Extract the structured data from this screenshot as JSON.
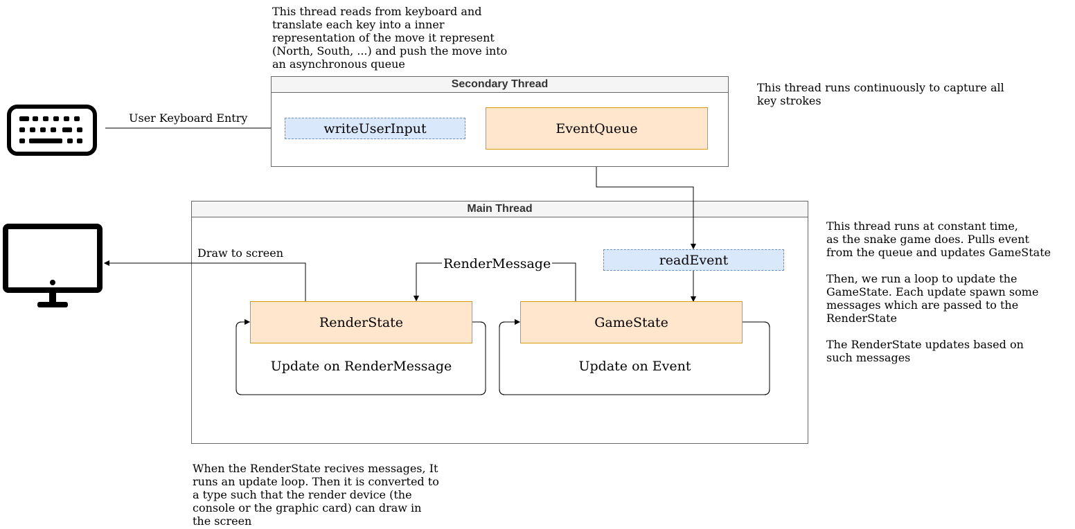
{
  "notes": {
    "secondary_top": "This thread reads from keyboard and\ntranslate each key into a inner\nrepresentation of the move it represent\n(North, South, ...) and push the move into\nan asynchronous queue",
    "secondary_right": "This thread runs continuously to capture all\nkey strokes",
    "main_right": "This thread runs at constant time,\nas the snake game does. Pulls event\nfrom the queue and updates GameState\n\nThen, we run a loop to update the\nGameState. Each update spawn some\nmessages which are passed to the\nRenderState\n\nThe RenderState updates based on\nsuch messages",
    "bottom": "When the RenderState recives messages, It\nruns an update loop. Then it is converted to\na type such that the render device (the\nconsole or the graphic card) can draw in\nthe screen"
  },
  "secondary_thread": {
    "title": "Secondary Thread",
    "write_user_input": "writeUserInput",
    "event_queue": "EventQueue"
  },
  "main_thread": {
    "title": "Main Thread",
    "read_event": "readEvent",
    "render_state": "RenderState",
    "game_state": "GameState",
    "render_loop_label": "Update on RenderMessage",
    "game_loop_label": "Update on Event"
  },
  "edges": {
    "user_keyboard_entry": "User Keyboard Entry",
    "draw_to_screen": "Draw to screen",
    "render_message": "RenderMessage"
  },
  "icons": {
    "keyboard": "keyboard-icon",
    "monitor": "monitor-icon"
  },
  "colors": {
    "state_fill": "#ffe6cc",
    "state_stroke": "#d79b00",
    "fn_fill": "#dae8fc",
    "fn_stroke": "#6c8ebf",
    "header_fill": "#f5f5f5"
  }
}
